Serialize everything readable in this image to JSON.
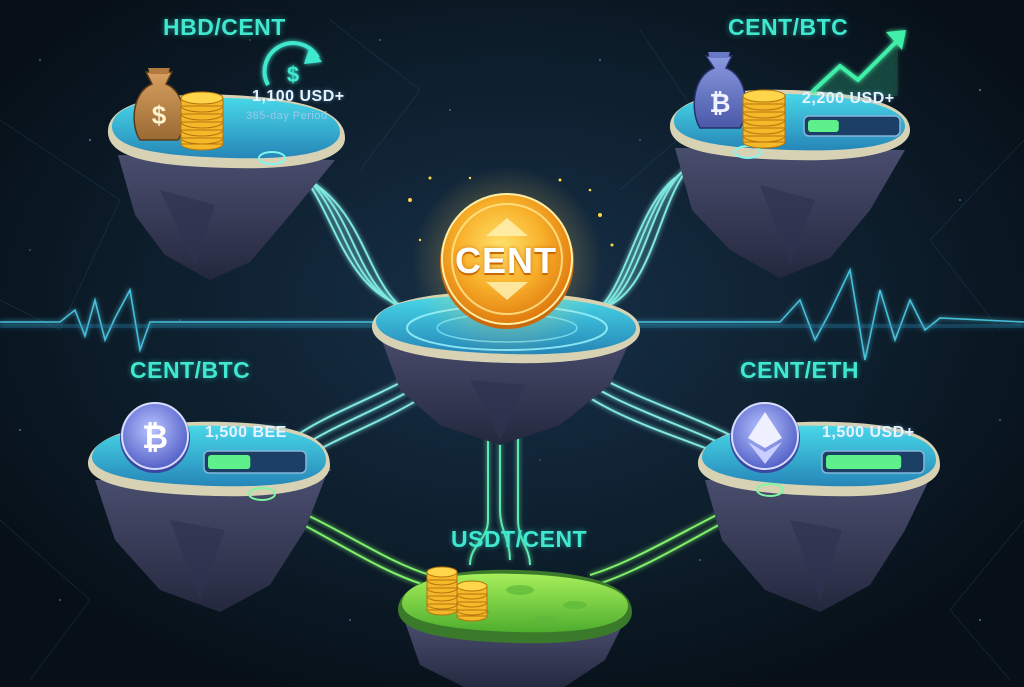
{
  "pairs": {
    "top_left": {
      "label": "HBD/CENT",
      "amount": "1,100 USD+",
      "period": "365-day Period"
    },
    "top_right": {
      "label": "CENT/BTC",
      "amount": "2,200 USD+",
      "progress": 0.35
    },
    "mid_left": {
      "label": "CENT/BTC",
      "amount": "1,500 BEE",
      "progress": 0.45
    },
    "mid_right": {
      "label": "CENT/ETH",
      "amount": "1,500 USD+",
      "progress": 0.8
    },
    "bottom": {
      "label": "USDT/CENT"
    }
  },
  "center_coin": {
    "label": "CENT"
  },
  "icons": {
    "top_left": [
      "dollar-money-bag-icon",
      "coin-stack-icon",
      "dollar-cycle-icon"
    ],
    "top_right": [
      "bitcoin-money-bag-icon",
      "coin-stack-icon",
      "trend-up-arrow-icon"
    ],
    "mid_left": [
      "bitcoin-coin-icon"
    ],
    "mid_right": [
      "ethereum-coin-icon"
    ],
    "bottom": [
      "coin-stack-icon"
    ]
  },
  "colors": {
    "background": "#0a1a26",
    "accent_cyan": "#3fe8cf",
    "coin_gold": "#f6a623",
    "island_top": "#2bb2c8",
    "island_rock": "#3a3f5c",
    "bottom_island_grass": "#7fd84a",
    "progress_fill": "#5ef08a"
  }
}
